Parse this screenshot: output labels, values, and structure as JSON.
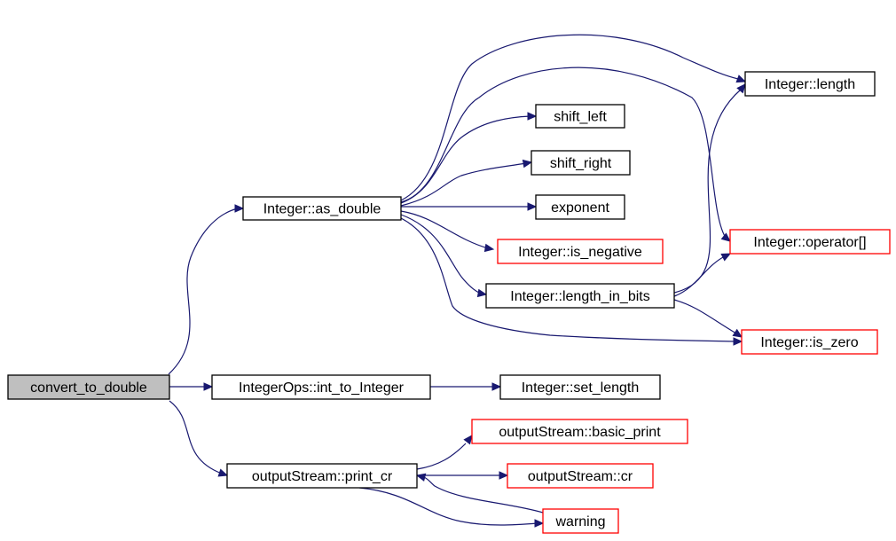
{
  "graph": {
    "nodes": [
      {
        "id": "convert_to_double",
        "label": "convert_to_double",
        "style": "root"
      },
      {
        "id": "as_double",
        "label": "Integer::as_double",
        "style": "normal"
      },
      {
        "id": "int_to_Integer",
        "label": "IntegerOps::int_to_Integer",
        "style": "normal"
      },
      {
        "id": "print_cr",
        "label": "outputStream::print_cr",
        "style": "normal"
      },
      {
        "id": "length",
        "label": "Integer::length",
        "style": "normal"
      },
      {
        "id": "shift_left",
        "label": "shift_left",
        "style": "normal"
      },
      {
        "id": "shift_right",
        "label": "shift_right",
        "style": "normal"
      },
      {
        "id": "exponent",
        "label": "exponent",
        "style": "normal"
      },
      {
        "id": "is_negative",
        "label": "Integer::is_negative",
        "style": "truncated"
      },
      {
        "id": "length_in_bits",
        "label": "Integer::length_in_bits",
        "style": "normal"
      },
      {
        "id": "operator_idx",
        "label": "Integer::operator[]",
        "style": "truncated"
      },
      {
        "id": "is_zero",
        "label": "Integer::is_zero",
        "style": "truncated"
      },
      {
        "id": "set_length",
        "label": "Integer::set_length",
        "style": "normal"
      },
      {
        "id": "basic_print",
        "label": "outputStream::basic_print",
        "style": "truncated"
      },
      {
        "id": "cr",
        "label": "outputStream::cr",
        "style": "truncated"
      },
      {
        "id": "warning",
        "label": "warning",
        "style": "truncated"
      }
    ],
    "edges": [
      {
        "from": "convert_to_double",
        "to": "as_double"
      },
      {
        "from": "convert_to_double",
        "to": "int_to_Integer"
      },
      {
        "from": "convert_to_double",
        "to": "print_cr"
      },
      {
        "from": "as_double",
        "to": "length"
      },
      {
        "from": "as_double",
        "to": "shift_left"
      },
      {
        "from": "as_double",
        "to": "shift_right"
      },
      {
        "from": "as_double",
        "to": "exponent"
      },
      {
        "from": "as_double",
        "to": "is_negative"
      },
      {
        "from": "as_double",
        "to": "length_in_bits"
      },
      {
        "from": "as_double",
        "to": "operator_idx"
      },
      {
        "from": "as_double",
        "to": "is_zero"
      },
      {
        "from": "length_in_bits",
        "to": "length"
      },
      {
        "from": "length_in_bits",
        "to": "operator_idx"
      },
      {
        "from": "length_in_bits",
        "to": "is_zero"
      },
      {
        "from": "int_to_Integer",
        "to": "set_length"
      },
      {
        "from": "print_cr",
        "to": "basic_print"
      },
      {
        "from": "print_cr",
        "to": "cr"
      },
      {
        "from": "print_cr",
        "to": "warning"
      },
      {
        "from": "warning",
        "to": "print_cr"
      }
    ],
    "colors": {
      "edge": "#191970",
      "normal_border": "#000000",
      "truncated_border": "#ff0000",
      "root_fill": "#bfbfbf",
      "node_fill": "#ffffff"
    }
  }
}
